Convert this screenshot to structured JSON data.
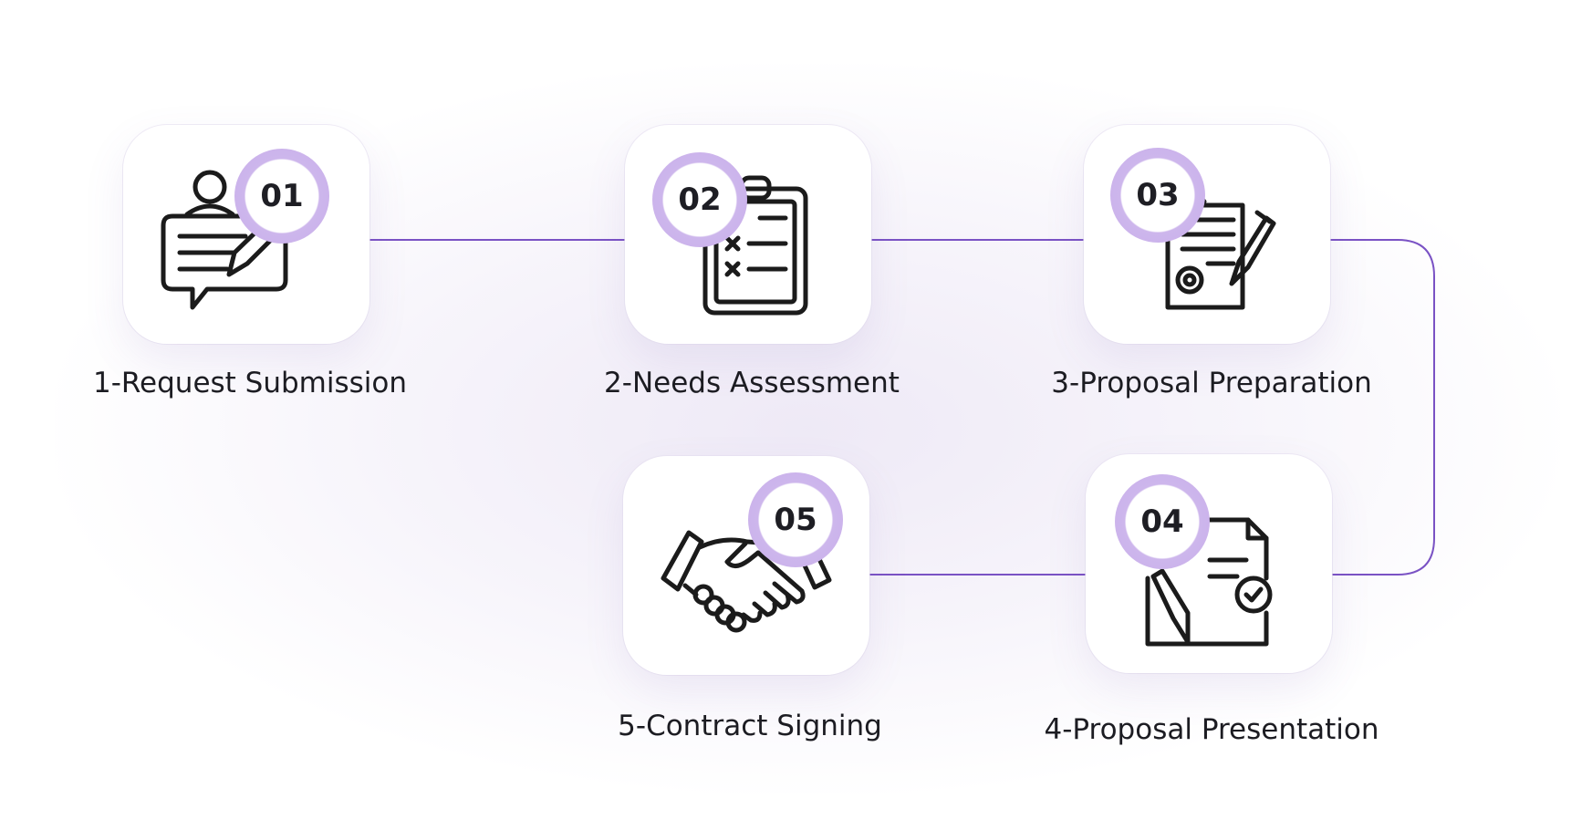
{
  "diagram": {
    "accent_color": "#7a52c4",
    "badge_color": "#cdb6ec",
    "steps": [
      {
        "badge": "01",
        "label": "1-Request Submission",
        "icon": "chat-request-pen-icon"
      },
      {
        "badge": "02",
        "label": "2-Needs Assessment",
        "icon": "clipboard-checklist-icon"
      },
      {
        "badge": "03",
        "label": "3-Proposal Preparation",
        "icon": "certificate-document-pen-icon"
      },
      {
        "badge": "04",
        "label": "4-Proposal Presentation",
        "icon": "document-check-pen-icon"
      },
      {
        "badge": "05",
        "label": "5-Contract Signing",
        "icon": "handshake-icon"
      }
    ]
  }
}
